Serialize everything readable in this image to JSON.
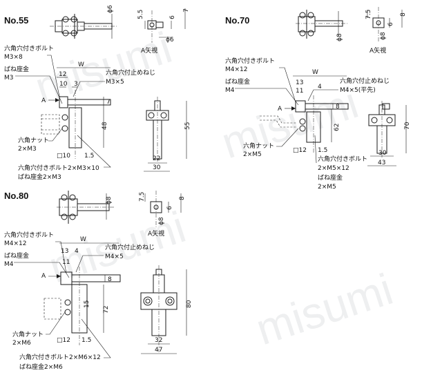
{
  "watermark": "misumi",
  "sections": {
    "no55": {
      "title": "No.55",
      "top_dims": {
        "d6": "ϕ6",
        "d55": "5.5",
        "d6b": "6",
        "d7": "7",
        "d6c": "ϕ6"
      },
      "view_label": "A矢視",
      "bolt_label": "六角穴付きボルト",
      "bolt_size": "M3×8",
      "washer_label": "ばね座金",
      "washer_size": "M3",
      "setscrew_label": "六角穴付止めねじ",
      "setscrew_size": "M3×5",
      "dims": {
        "W": "W",
        "d12": "12",
        "d10": "10",
        "d3": "3",
        "d7": "7",
        "d48": "48",
        "d55": "55",
        "d22": "22",
        "d30": "30",
        "sq10": "□10",
        "d15": "1.5",
        "A": "A"
      },
      "nut_label": "六角ナット",
      "nut_size": "2×M3",
      "bottom_bolt": "六角穴付きボルト2×M3×10",
      "bottom_washer": "ばね座金2×M3"
    },
    "no70": {
      "title": "No.70",
      "top_dims": {
        "d75": "7.5",
        "d6": "6",
        "d8": "8",
        "d8b": "ϕ8",
        "d8c": "ϕ8"
      },
      "view_label": "A矢視",
      "bolt_label": "六角穴付きボルト",
      "bolt_size": "M4×12",
      "washer_label": "ばね座金",
      "washer_size": "M4",
      "setscrew_label": "六角穴付止めねじ",
      "setscrew_size": "M4×5(平先)",
      "dims": {
        "W": "W",
        "d13": "13",
        "d11": "11",
        "d4": "4",
        "d8": "8",
        "d62": "62",
        "d70": "70",
        "d30": "30",
        "d43": "43",
        "sq12": "□12",
        "d15": "1.5",
        "A": "A"
      },
      "nut_label": "六角ナット",
      "nut_size": "2×M5",
      "bottom_bolt": "六角穴付きボルト",
      "bottom_bolt_size": "2×M5×12",
      "bottom_washer": "ばね座金",
      "bottom_washer_size": "2×M5"
    },
    "no80": {
      "title": "No.80",
      "top_dims": {
        "d8": "ϕ8",
        "d75": "7.5",
        "d6": "6",
        "d8b": "8",
        "d8c": "ϕ8"
      },
      "view_label": "A矢視",
      "bolt_label": "六角穴付きボルト",
      "bolt_size": "M4×12",
      "washer_label": "ばね座金",
      "washer_size": "M4",
      "setscrew_label": "六角穴付止めねじ",
      "setscrew_size": "M4×5",
      "dims": {
        "W": "W",
        "d13": "13",
        "d4": "4",
        "d11": "11",
        "d8": "8",
        "d15": "15",
        "d72": "72",
        "d80": "80",
        "d32": "32",
        "d47": "47",
        "sq12": "□12",
        "d15b": "1.5",
        "A": "A"
      },
      "nut_label": "六角ナット",
      "nut_size": "2×M6",
      "bottom_bolt": "六角穴付きボルト2×M6×12",
      "bottom_washer": "ばね座金2×M6"
    }
  }
}
